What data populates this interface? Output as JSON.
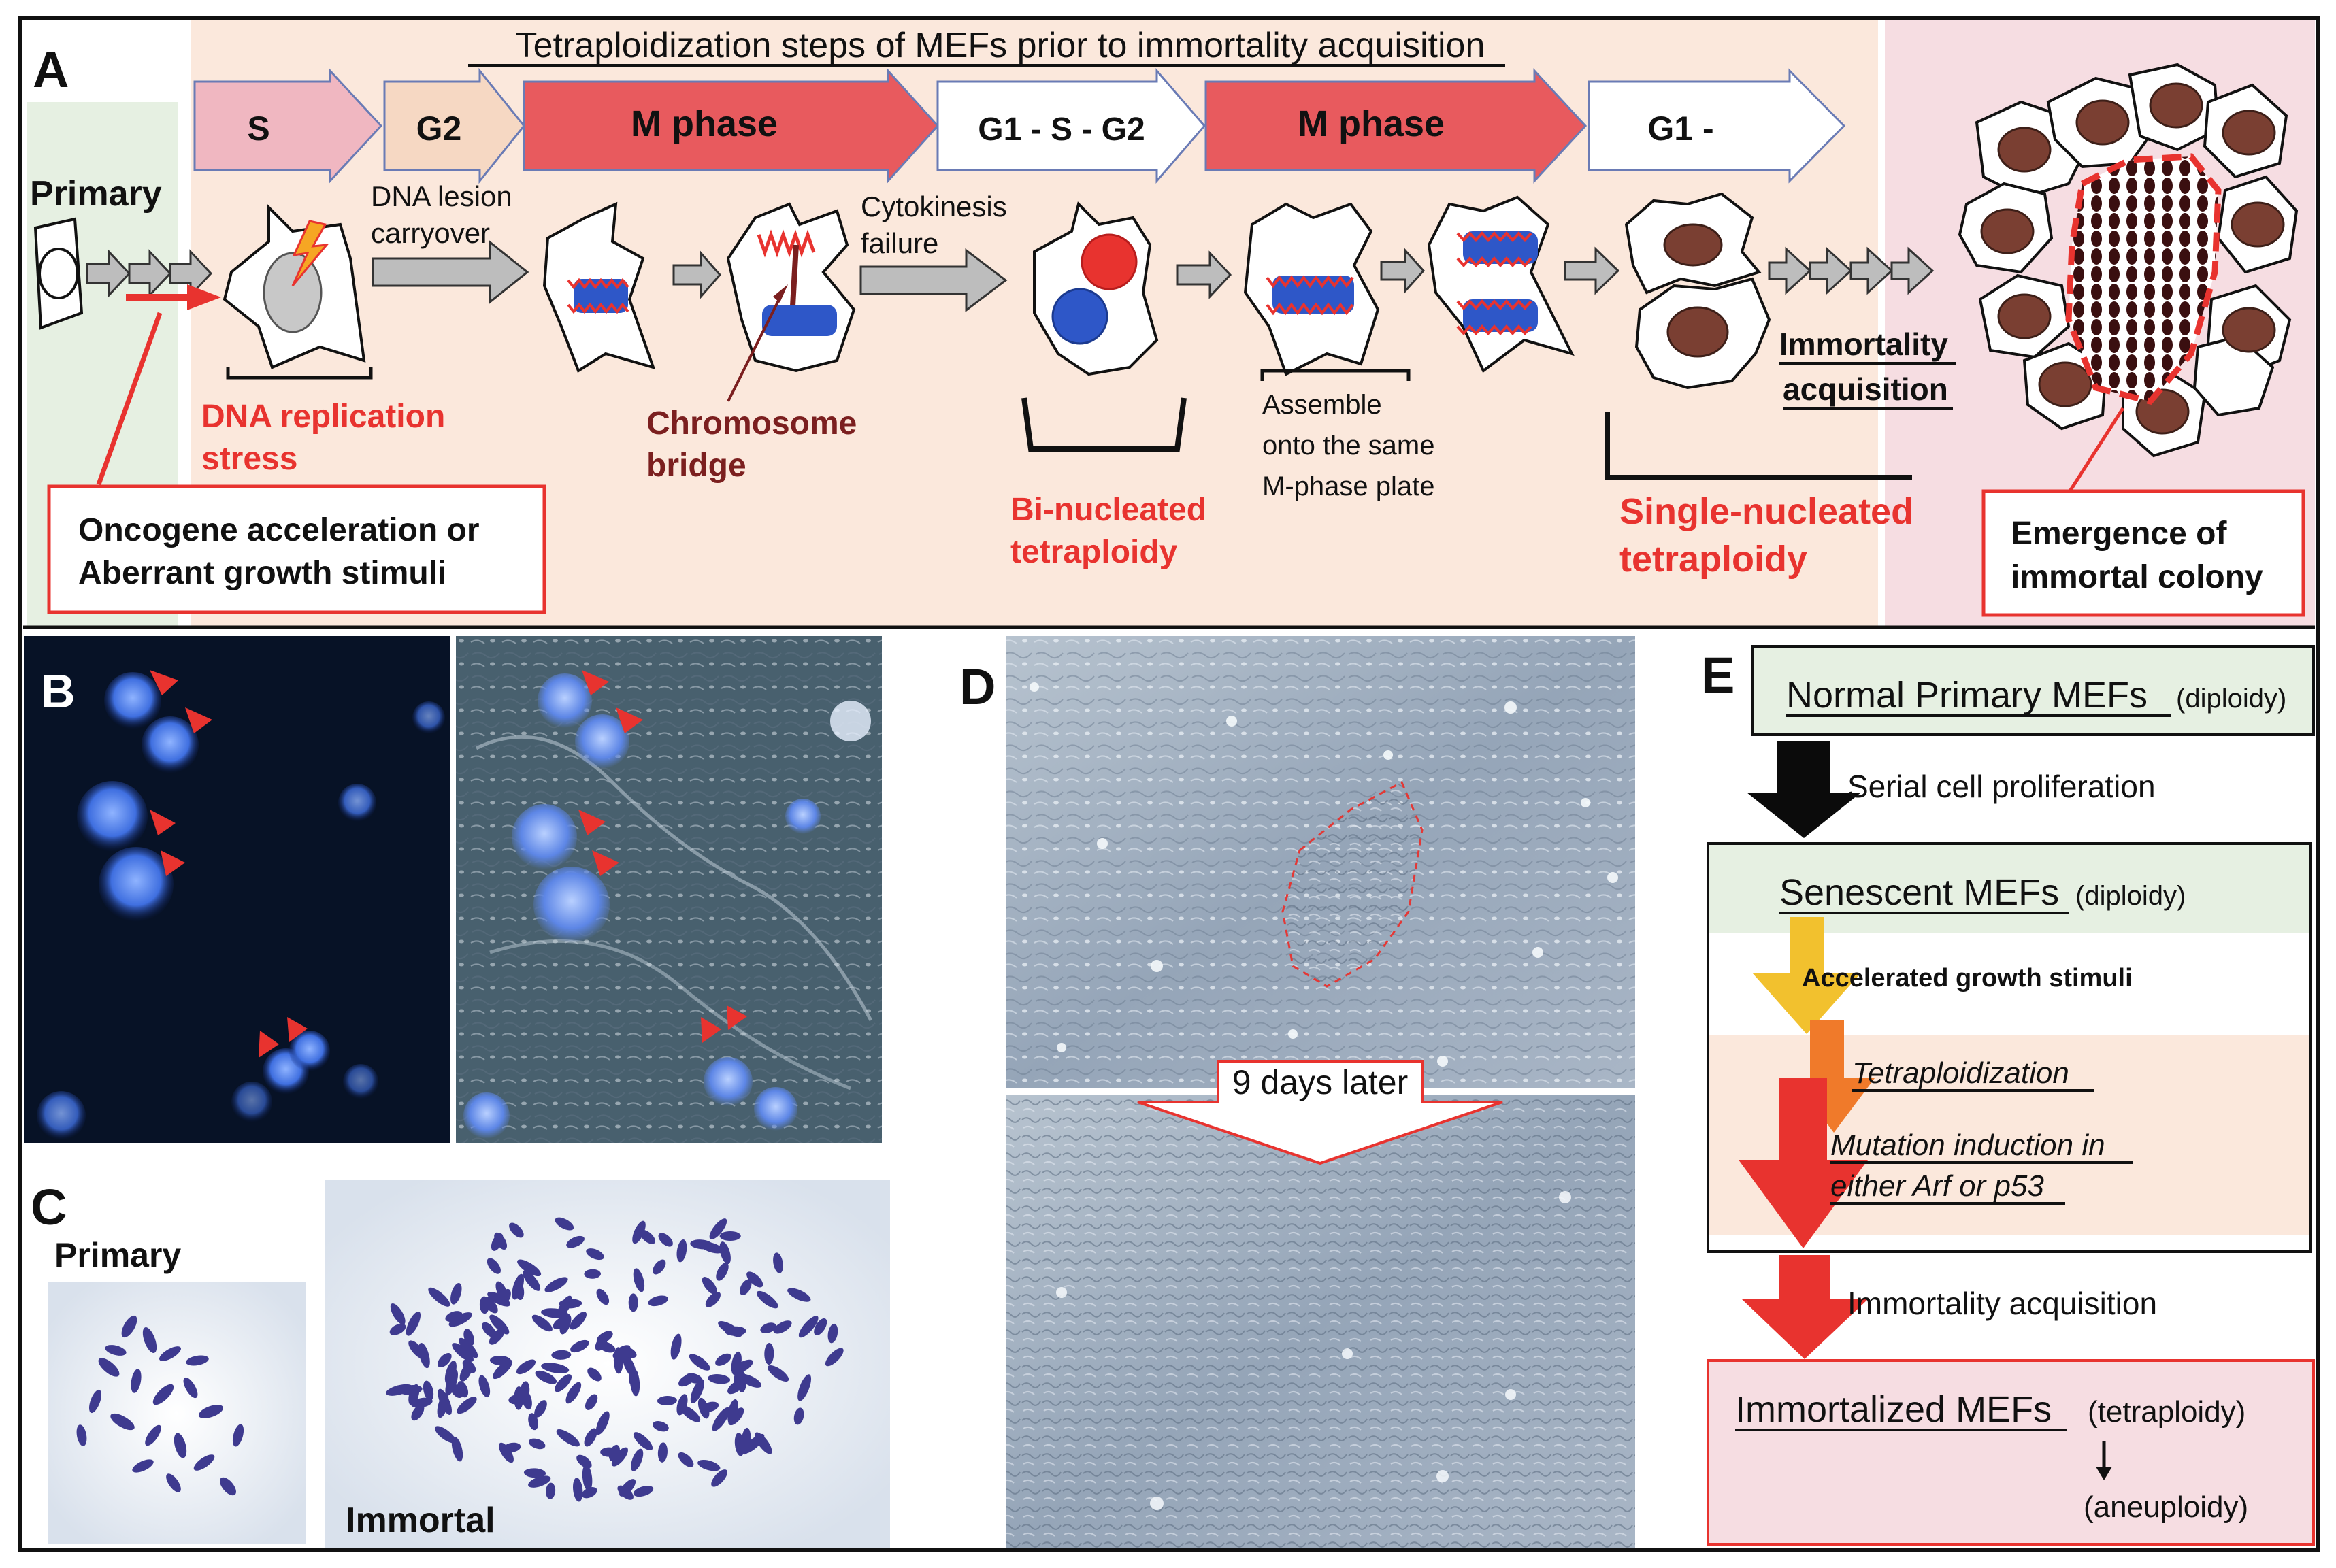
{
  "panel_a": {
    "letter": "A",
    "title": "Tetraploidization steps of MEFs prior to immortality acquisition",
    "phases": {
      "s": "S",
      "g2": "G2",
      "m1": "M phase",
      "g1sg2": "G1 - S - G2",
      "m2": "M phase",
      "g1": "G1 -"
    },
    "primary": "Primary",
    "dna_lesion_1": "DNA lesion",
    "dna_lesion_2": "carryover",
    "cytokinesis_1": "Cytokinesis",
    "cytokinesis_2": "failure",
    "replication_1": "DNA replication",
    "replication_2": "stress",
    "bridge_1": "Chromosome",
    "bridge_2": "bridge",
    "binuc_1": "Bi-nucleated",
    "binuc_2": "tetraploidy",
    "assemble_1": "Assemble",
    "assemble_2": "onto the same",
    "assemble_3": "M-phase plate",
    "single_1": "Single-nucleated",
    "single_2": "tetraploidy",
    "immortality_1": "Immortality",
    "immortality_2": "acquisition",
    "oncogene_1": "Oncogene acceleration or",
    "oncogene_2": "Aberrant growth stimuli",
    "colony_1": "Emergence of",
    "colony_2": "immortal colony"
  },
  "panel_b": {
    "letter": "B"
  },
  "panel_c": {
    "letter": "C",
    "primary": "Primary",
    "immortal": "Immortal"
  },
  "panel_d": {
    "letter": "D",
    "arrow_label": "9 days later"
  },
  "panel_e": {
    "letter": "E",
    "normal_title": "Normal Primary MEFs",
    "normal_note": "(diploidy)",
    "serial": "Serial cell proliferation",
    "senescent_title": "Senescent MEFs",
    "senescent_note": "(diploidy)",
    "accelerated": "Accelerated growth stimuli",
    "tetraploidization": "Tetraploidization",
    "mutation_1": "Mutation induction in",
    "mutation_2": "either Arf or p53",
    "immortality": "Immortality acquisition",
    "immortalized_title": "Immortalized MEFs",
    "tetraploidy": "(tetraploidy)",
    "aneuploidy": "(aneuploidy)"
  },
  "colors": {
    "red": "#e8332f",
    "dark_red": "#7b1f1f",
    "salmon_bg": "#fbe8dc",
    "pink_bg": "#f6dde2",
    "green_bg": "#e6f0e2",
    "chromosome_blue": "#2e57c8",
    "nucleus_brown": "#7a3f32",
    "arrow_gray": "#bdbdbd",
    "yellow": "#f2c12e",
    "orange": "#f07a2a"
  },
  "icons": [
    "lightning-icon",
    "gray-arrow-icon",
    "red-arrow-icon",
    "black-arrow-icon"
  ]
}
